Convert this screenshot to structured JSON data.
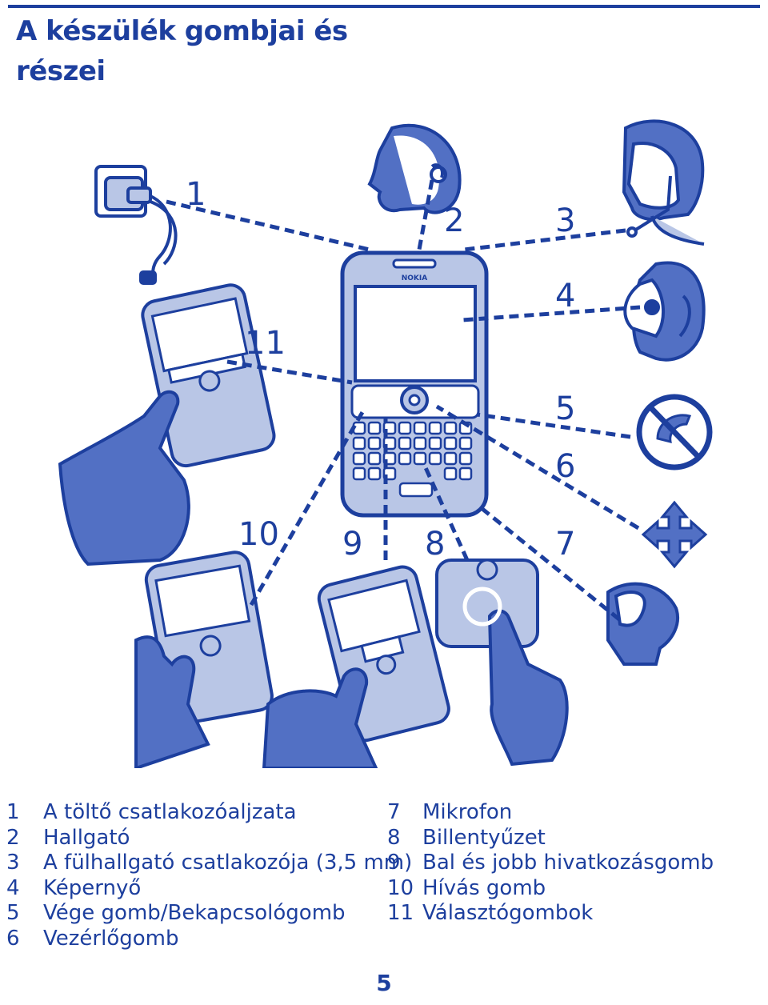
{
  "page": {
    "title": "A készülék gombjai és részei",
    "page_number": "5"
  },
  "illustration": {
    "callouts": [
      "1",
      "2",
      "3",
      "4",
      "5",
      "6",
      "7",
      "8",
      "9",
      "10",
      "11"
    ],
    "brand": "NOKIA"
  },
  "legend": {
    "left": [
      {
        "num": "1",
        "text": "A töltő csatlakozóaljzata"
      },
      {
        "num": "2",
        "text": "Hallgató"
      },
      {
        "num": "3",
        "text": "A fülhallgató csatlakozója (3,5 mm)"
      },
      {
        "num": "4",
        "text": "Képernyő"
      },
      {
        "num": "5",
        "text": "Vége gomb/Bekapcsológomb"
      },
      {
        "num": "6",
        "text": "Vezérlőgomb"
      }
    ],
    "right": [
      {
        "num": "7",
        "text": "Mikrofon"
      },
      {
        "num": "8",
        "text": "Billentyűzet"
      },
      {
        "num": "9",
        "text": "Bal és jobb hivatkozásgomb"
      },
      {
        "num": "10",
        "text": "Hívás gomb"
      },
      {
        "num": "11",
        "text": "Választógombok"
      }
    ]
  },
  "colors": {
    "accent": "#1d3f9e",
    "light_fill": "#b9c6e6",
    "skin": "#5270c4"
  }
}
